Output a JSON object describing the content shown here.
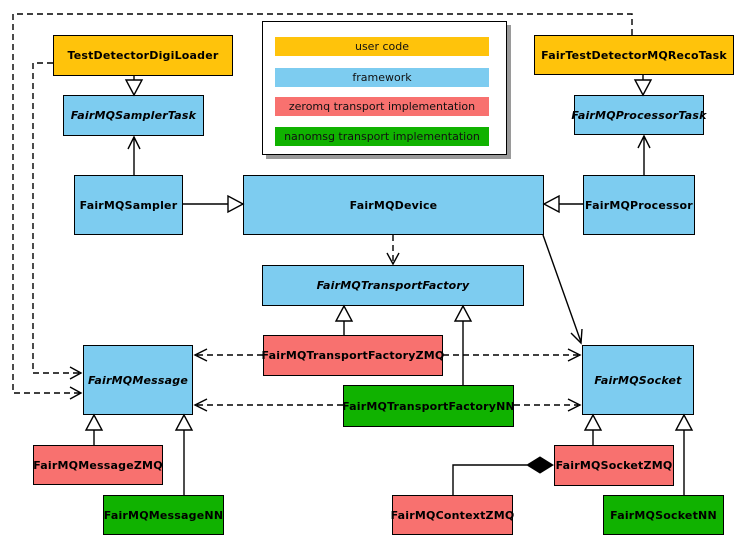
{
  "diagram": {
    "background": "#ffffff",
    "categories": {
      "user_code": {
        "label": "user code",
        "color": "#FFC30B"
      },
      "framework": {
        "label": "framework",
        "color": "#7DCCF0"
      },
      "zeromq": {
        "label": "zeromq transport implementation",
        "color": "#F8716F"
      },
      "nanomsg": {
        "label": "nanomsg transport implementation",
        "color": "#10B200"
      }
    },
    "legend": {
      "items": [
        {
          "label": "user code",
          "category": "user_code"
        },
        {
          "label": "framework",
          "category": "framework"
        },
        {
          "label": "zeromq transport implementation",
          "category": "zeromq"
        },
        {
          "label": "nanomsg transport implementation",
          "category": "nanomsg"
        }
      ]
    },
    "nodes": {
      "digi_loader": {
        "label": "TestDetectorDigiLoader",
        "category": "user_code",
        "abstract": false
      },
      "reco_task": {
        "label": "FairTestDetectorMQRecoTask",
        "category": "user_code",
        "abstract": false
      },
      "sampler_task": {
        "label": "FairMQSamplerTask",
        "category": "framework",
        "abstract": true
      },
      "processor_task": {
        "label": "FairMQProcessorTask",
        "category": "framework",
        "abstract": true
      },
      "sampler": {
        "label": "FairMQSampler",
        "category": "framework",
        "abstract": false
      },
      "device": {
        "label": "FairMQDevice",
        "category": "framework",
        "abstract": false
      },
      "processor": {
        "label": "FairMQProcessor",
        "category": "framework",
        "abstract": false
      },
      "transport_factory": {
        "label": "FairMQTransportFactory",
        "category": "framework",
        "abstract": true
      },
      "transport_factory_zmq": {
        "label": "FairMQTransportFactoryZMQ",
        "category": "zeromq",
        "abstract": false
      },
      "transport_factory_nn": {
        "label": "FairMQTransportFactoryNN",
        "category": "nanomsg",
        "abstract": false
      },
      "message": {
        "label": "FairMQMessage",
        "category": "framework",
        "abstract": true
      },
      "socket": {
        "label": "FairMQSocket",
        "category": "framework",
        "abstract": true
      },
      "message_zmq": {
        "label": "FairMQMessageZMQ",
        "category": "zeromq",
        "abstract": false
      },
      "message_nn": {
        "label": "FairMQMessageNN",
        "category": "nanomsg",
        "abstract": false
      },
      "socket_zmq": {
        "label": "FairMQSocketZMQ",
        "category": "zeromq",
        "abstract": false
      },
      "socket_nn": {
        "label": "FairMQSocketNN",
        "category": "nanomsg",
        "abstract": false
      },
      "context_zmq": {
        "label": "FairMQContextZMQ",
        "category": "zeromq",
        "abstract": false
      }
    },
    "edges": [
      {
        "from": "digi_loader",
        "to": "sampler_task",
        "relation": "inherits"
      },
      {
        "from": "reco_task",
        "to": "processor_task",
        "relation": "inherits"
      },
      {
        "from": "sampler",
        "to": "device",
        "relation": "inherits"
      },
      {
        "from": "processor",
        "to": "device",
        "relation": "inherits"
      },
      {
        "from": "sampler",
        "to": "sampler_task",
        "relation": "association"
      },
      {
        "from": "processor",
        "to": "processor_task",
        "relation": "association"
      },
      {
        "from": "device",
        "to": "socket",
        "relation": "association"
      },
      {
        "from": "device",
        "to": "transport_factory",
        "relation": "dependency"
      },
      {
        "from": "transport_factory_zmq",
        "to": "transport_factory",
        "relation": "inherits"
      },
      {
        "from": "transport_factory_nn",
        "to": "transport_factory",
        "relation": "inherits"
      },
      {
        "from": "transport_factory_zmq",
        "to": "message",
        "relation": "dependency"
      },
      {
        "from": "transport_factory_zmq",
        "to": "socket",
        "relation": "dependency"
      },
      {
        "from": "transport_factory_nn",
        "to": "message",
        "relation": "dependency"
      },
      {
        "from": "transport_factory_nn",
        "to": "socket",
        "relation": "dependency"
      },
      {
        "from": "message_zmq",
        "to": "message",
        "relation": "inherits"
      },
      {
        "from": "message_nn",
        "to": "message",
        "relation": "inherits"
      },
      {
        "from": "socket_zmq",
        "to": "socket",
        "relation": "inherits"
      },
      {
        "from": "socket_nn",
        "to": "socket",
        "relation": "inherits"
      },
      {
        "from": "digi_loader",
        "to": "message",
        "relation": "dependency"
      },
      {
        "from": "reco_task",
        "to": "message",
        "relation": "dependency"
      },
      {
        "from": "context_zmq",
        "to": "socket_zmq",
        "relation": "composition"
      }
    ]
  }
}
